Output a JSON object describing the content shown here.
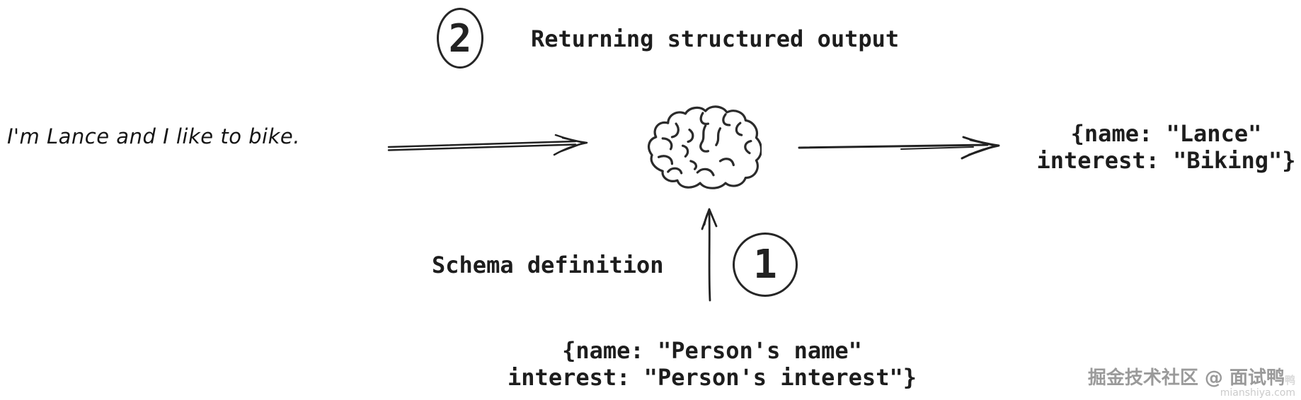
{
  "diagram": {
    "title_step": {
      "number": "2",
      "label": "Returning structured output"
    },
    "schema_step": {
      "number": "1",
      "label": "Schema definition"
    },
    "input_text": "I'm Lance and I like to bike.",
    "output_json": {
      "line1": "{name: \"Lance\"",
      "line2": "interest: \"Biking\"}"
    },
    "schema_json": {
      "line1": "{name: \"Person's name\"",
      "line2": "interest: \"Person's interest\"}"
    },
    "icons": {
      "brain": "brain-icon",
      "arrow_input": "arrow-right-icon",
      "arrow_output": "arrow-right-icon",
      "arrow_schema": "arrow-up-icon"
    },
    "colors": {
      "ink": "#1d1d1d",
      "background": "#ffffff",
      "watermark": "#9a9a9a",
      "watermark_light": "#cbcbcb"
    }
  },
  "watermark": {
    "community": "掘金技术社区 @ 面试鸭",
    "ghost": "鸭",
    "site": "mianshiya.com"
  }
}
